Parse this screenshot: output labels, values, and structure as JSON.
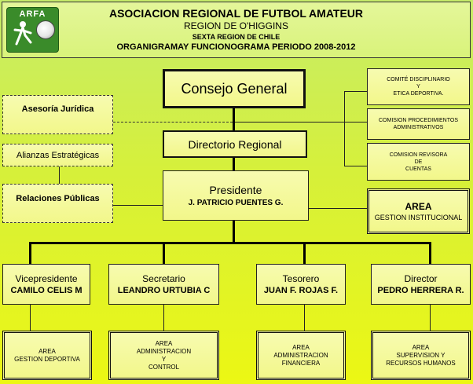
{
  "header": {
    "logo_text": "ARFA",
    "title": "ASOCIACION REGIONAL DE FUTBOL AMATEUR",
    "region": "REGION DE O'HIGGINS",
    "sexta": "SEXTA REGION DE CHILE",
    "period": "ORGANIGRAMAY FUNCIONOGRAMA PERIODO 2008-2012"
  },
  "nodes": {
    "consejo": "Consejo General",
    "directorio": "Directorio Regional",
    "presidente_title": "Presidente",
    "presidente_name": "J. PATRICIO PUENTES G.",
    "asesoria": "Asesoría Jurídica",
    "alianzas": "Alianzas Estratégicas",
    "relaciones": "Relaciones Públicas",
    "comite_disciplinario": [
      "COMITÉ DISCIPLINARIO",
      "Y",
      "ETICA DEPORTIVA."
    ],
    "comision_procedimientos": [
      "COMISION PROCEDIMIENTOS",
      "ADMINISTRATIVOS"
    ],
    "comision_revisora": [
      "COMISION REVISORA",
      "DE",
      "CUENTAS"
    ],
    "area_gestion_inst_title": "AREA",
    "area_gestion_inst_sub": "GESTION INSTITUCIONAL"
  },
  "officers": [
    {
      "title": "Vicepresidente",
      "name": "CAMILO CELIS M"
    },
    {
      "title": "Secretario",
      "name": "LEANDRO URTUBIA C"
    },
    {
      "title": "Tesorero",
      "name": "JUAN F. ROJAS F."
    },
    {
      "title": "Director",
      "name": "PEDRO HERRERA R."
    }
  ],
  "areas": [
    [
      "AREA",
      "GESTION DEPORTIVA"
    ],
    [
      "AREA",
      "ADMINISTRACION",
      "Y",
      "CONTROL"
    ],
    [
      "AREA",
      "ADMINISTRACION",
      "FINANCIERA"
    ],
    [
      "AREA",
      "SUPERVISION Y",
      "RECURSOS HUMANOS"
    ]
  ],
  "colors": {
    "background_top": "#c6ec6a",
    "background_bottom": "#ecf713",
    "box_fill": "#f3f78f",
    "logo_green": "#3a8b2a"
  }
}
